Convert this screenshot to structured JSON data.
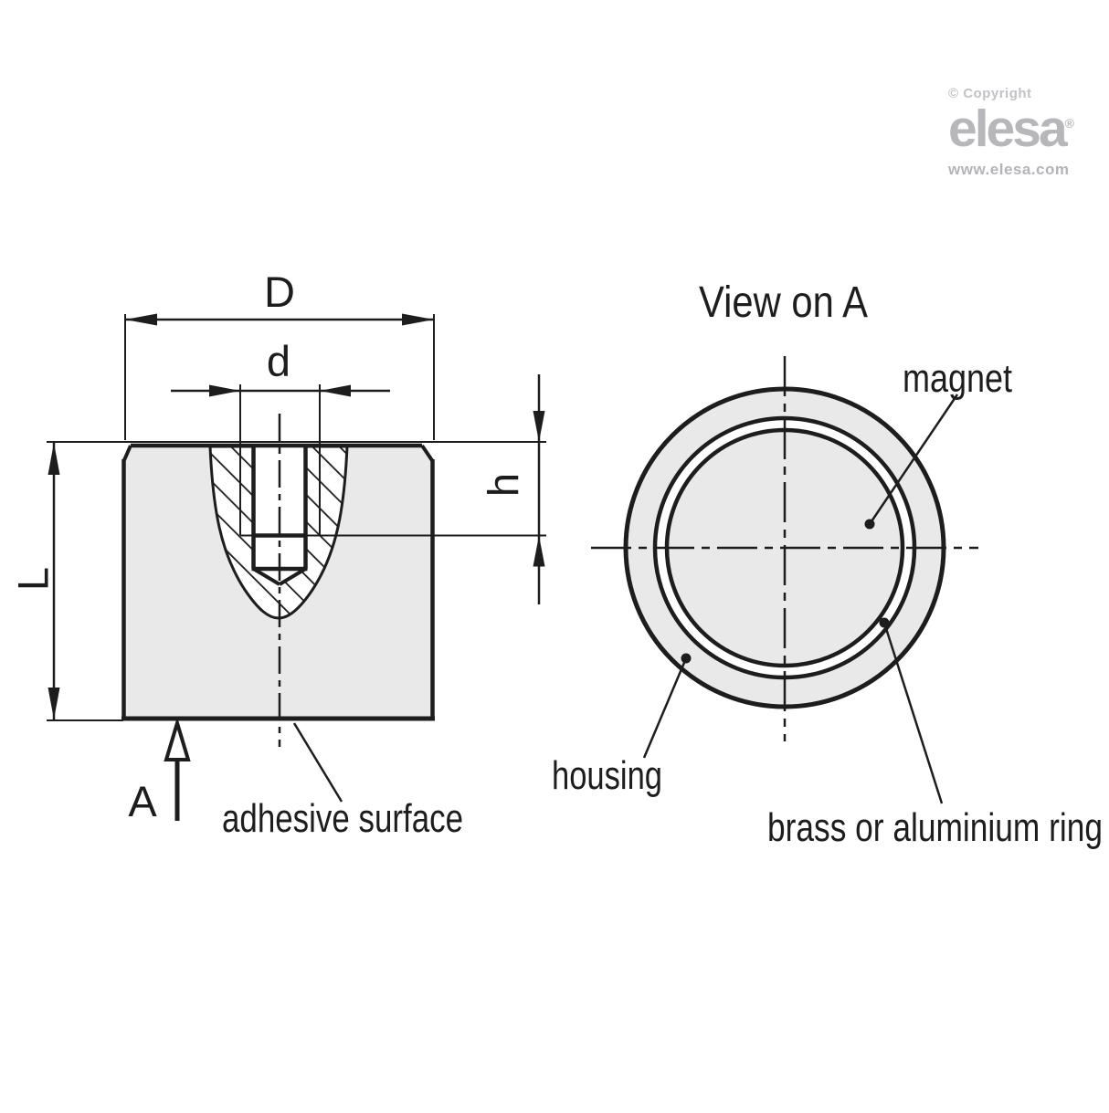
{
  "branding": {
    "copyright": "© Copyright",
    "logo_text": "elesa",
    "registered_mark": "®",
    "website": "www.elesa.com"
  },
  "left_view": {
    "dim_outer_diameter": "D",
    "dim_thread_diameter": "d",
    "dim_length": "L",
    "dim_thread_depth": "h",
    "view_arrow_label": "A",
    "adhesive_surface_label": "adhesive surface"
  },
  "right_view": {
    "title": "View on A",
    "label_magnet": "magnet",
    "label_housing": "housing",
    "label_ring": "brass or aluminium ring"
  },
  "colors": {
    "line": "#1d1d1d",
    "body_fill": "#e9e9e9",
    "logo_gray": "#b7b7bb",
    "background": "#ffffff"
  }
}
